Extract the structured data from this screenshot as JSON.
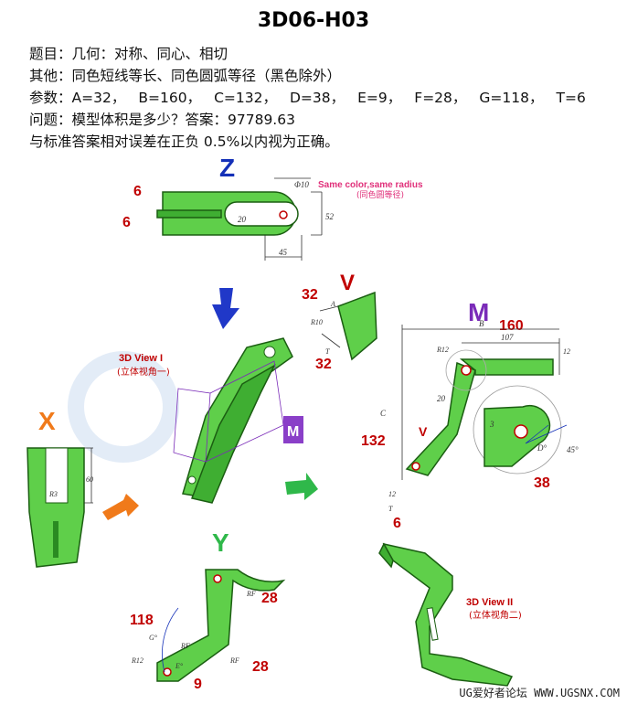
{
  "title": "3D06-H03",
  "lines": {
    "topic": "题目：几何：对称、同心、相切",
    "other": "其他：同色短线等长、同色圆弧等径（黑色除外）",
    "params_label": "参数：",
    "params": [
      "A=32，",
      "B=160，",
      "C=132，",
      "D=38，",
      "E=9，",
      "F=28，",
      "G=118，",
      "T=6"
    ],
    "question": "问题：模型体积是多少？答案：97789.63",
    "tolerance": "与标准答案相对误差在正负 0.5%以内视为正确。"
  },
  "drawing": {
    "view_labels": {
      "z": "Z",
      "v": "V",
      "m": "M",
      "x": "X",
      "y": "Y"
    },
    "note_en": "Same color,same radius",
    "note_cn": "(同色圆等径)",
    "view1_en": "3D View I",
    "view1_cn": "(立体视角一)",
    "view2_en": "3D View II",
    "view2_cn": "(立体视角二)",
    "red_values": {
      "z_t1": "6",
      "z_t2": "6",
      "v_a": "32",
      "v_b": "32",
      "m_b": "160",
      "m_c": "132",
      "m_d": "38",
      "m_t": "6",
      "y_g": "118",
      "y_f1": "28",
      "y_f2": "28",
      "y_e": "9"
    },
    "dims": {
      "phi10": "Φ10",
      "d20": "20",
      "d52": "52",
      "d45": "45",
      "r10": "R10",
      "a": "A",
      "t": "T",
      "b": "B",
      "d107": "107",
      "d12": "12",
      "r12": "R12",
      "d20m": "20",
      "c": "C",
      "d3": "3",
      "dD": "D°",
      "d45deg": "45°",
      "d12b": "12",
      "x60": "60",
      "xr3": "R3",
      "rf": "RF",
      "g": "G°",
      "e": "E°",
      "rfb": "RF",
      "rfc": "RF",
      "r12y": "R12"
    },
    "colors": {
      "part": "#5fcf4a",
      "red": "#c00000",
      "blue": "#1430b8",
      "purple": "#7a2bb8",
      "orange": "#f07a1a"
    }
  },
  "watermark": "UG爱好者论坛 WWW.UGSNX.COM"
}
